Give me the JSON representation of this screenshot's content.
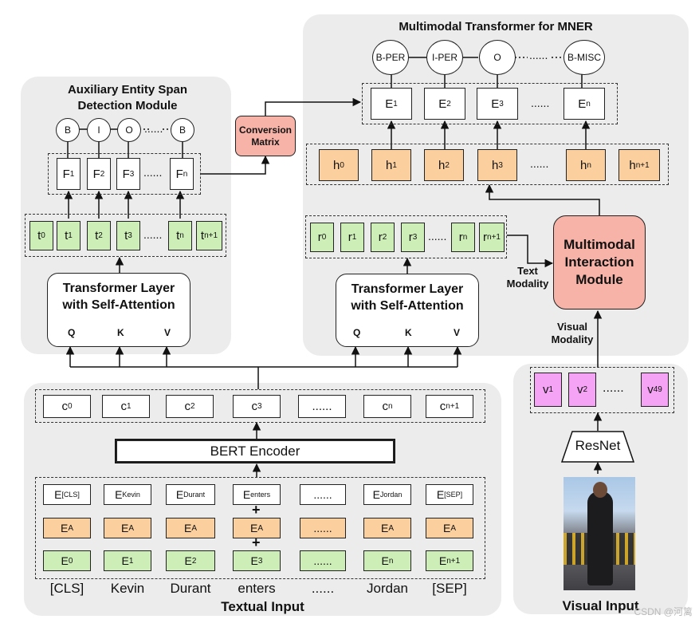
{
  "mner": {
    "title": "Multimodal Transformer for MNER",
    "labels": [
      "B-PER",
      "I-PER",
      "O",
      "B-MISC"
    ],
    "emissions": [
      "E",
      "E",
      "E",
      "E"
    ],
    "emission_subs": [
      "1",
      "2",
      "3",
      "n"
    ],
    "hidden": [
      "h",
      "h",
      "h",
      "h",
      "h",
      "h"
    ],
    "hidden_subs": [
      "0",
      "1",
      "2",
      "3",
      "n",
      "n+1"
    ],
    "r": [
      "r",
      "r",
      "r",
      "r",
      "r",
      "r"
    ],
    "r_subs": [
      "0",
      "1",
      "2",
      "3",
      "n",
      "n+1"
    ],
    "transformer_title": "Transformer Layer with Self-Attention",
    "dots": "......",
    "dots_labels": "......"
  },
  "aux": {
    "title": "Auxiliary Entity Span Detection Module",
    "labels": [
      "B",
      "I",
      "O",
      "B"
    ],
    "dots_labels": "......",
    "f": [
      "F",
      "F",
      "F",
      "F"
    ],
    "f_subs": [
      "1",
      "2",
      "3",
      "n"
    ],
    "t": [
      "t",
      "t",
      "t",
      "t",
      "t",
      "t"
    ],
    "t_subs": [
      "0",
      "1",
      "2",
      "3",
      "n",
      "n+1"
    ],
    "transformer_title": "Transformer Layer with Self-Attention",
    "dots": "......"
  },
  "qkv": [
    "Q",
    "K",
    "V"
  ],
  "conversion": "Conversion Matrix",
  "interaction": {
    "title": "Multimodal Interaction Module",
    "text_modality": "Text Modality",
    "visual_modality": "Visual Modality"
  },
  "bert": {
    "c": [
      "c",
      "c",
      "c",
      "c",
      "c",
      "c"
    ],
    "c_subs": [
      "0",
      "1",
      "2",
      "3",
      "n",
      "n+1"
    ],
    "encoder": "BERT Encoder",
    "token_emb": [
      "E",
      "E",
      "E",
      "E",
      "E",
      "E"
    ],
    "token_subs": [
      "[CLS]",
      "Kevin",
      "Durant",
      "enters",
      "Jordan",
      "[SEP]"
    ],
    "seg_emb": [
      "E",
      "E",
      "E",
      "E",
      "E",
      "E"
    ],
    "seg_sub": "A",
    "pos_emb": [
      "E",
      "E",
      "E",
      "E",
      "E",
      "E"
    ],
    "pos_subs": [
      "0",
      "1",
      "2",
      "3",
      "n",
      "n+1"
    ],
    "dots": "......",
    "plus": "+",
    "words": [
      "[CLS]",
      "Kevin",
      "Durant",
      "enters",
      "......",
      "Jordan",
      "[SEP]"
    ],
    "title": "Textual Input"
  },
  "visual": {
    "v": [
      "v",
      "v",
      "v"
    ],
    "v_subs": [
      "1",
      "2",
      "49"
    ],
    "dots": "......",
    "resnet": "ResNet",
    "title": "Visual Input"
  },
  "watermark": "CSDN @河篱",
  "colors": {
    "panel": "#ececec",
    "green": "#cdefb7",
    "orange": "#fbcf9e",
    "pink": "#f5a3f4",
    "salmon": "#f7b3a8"
  }
}
